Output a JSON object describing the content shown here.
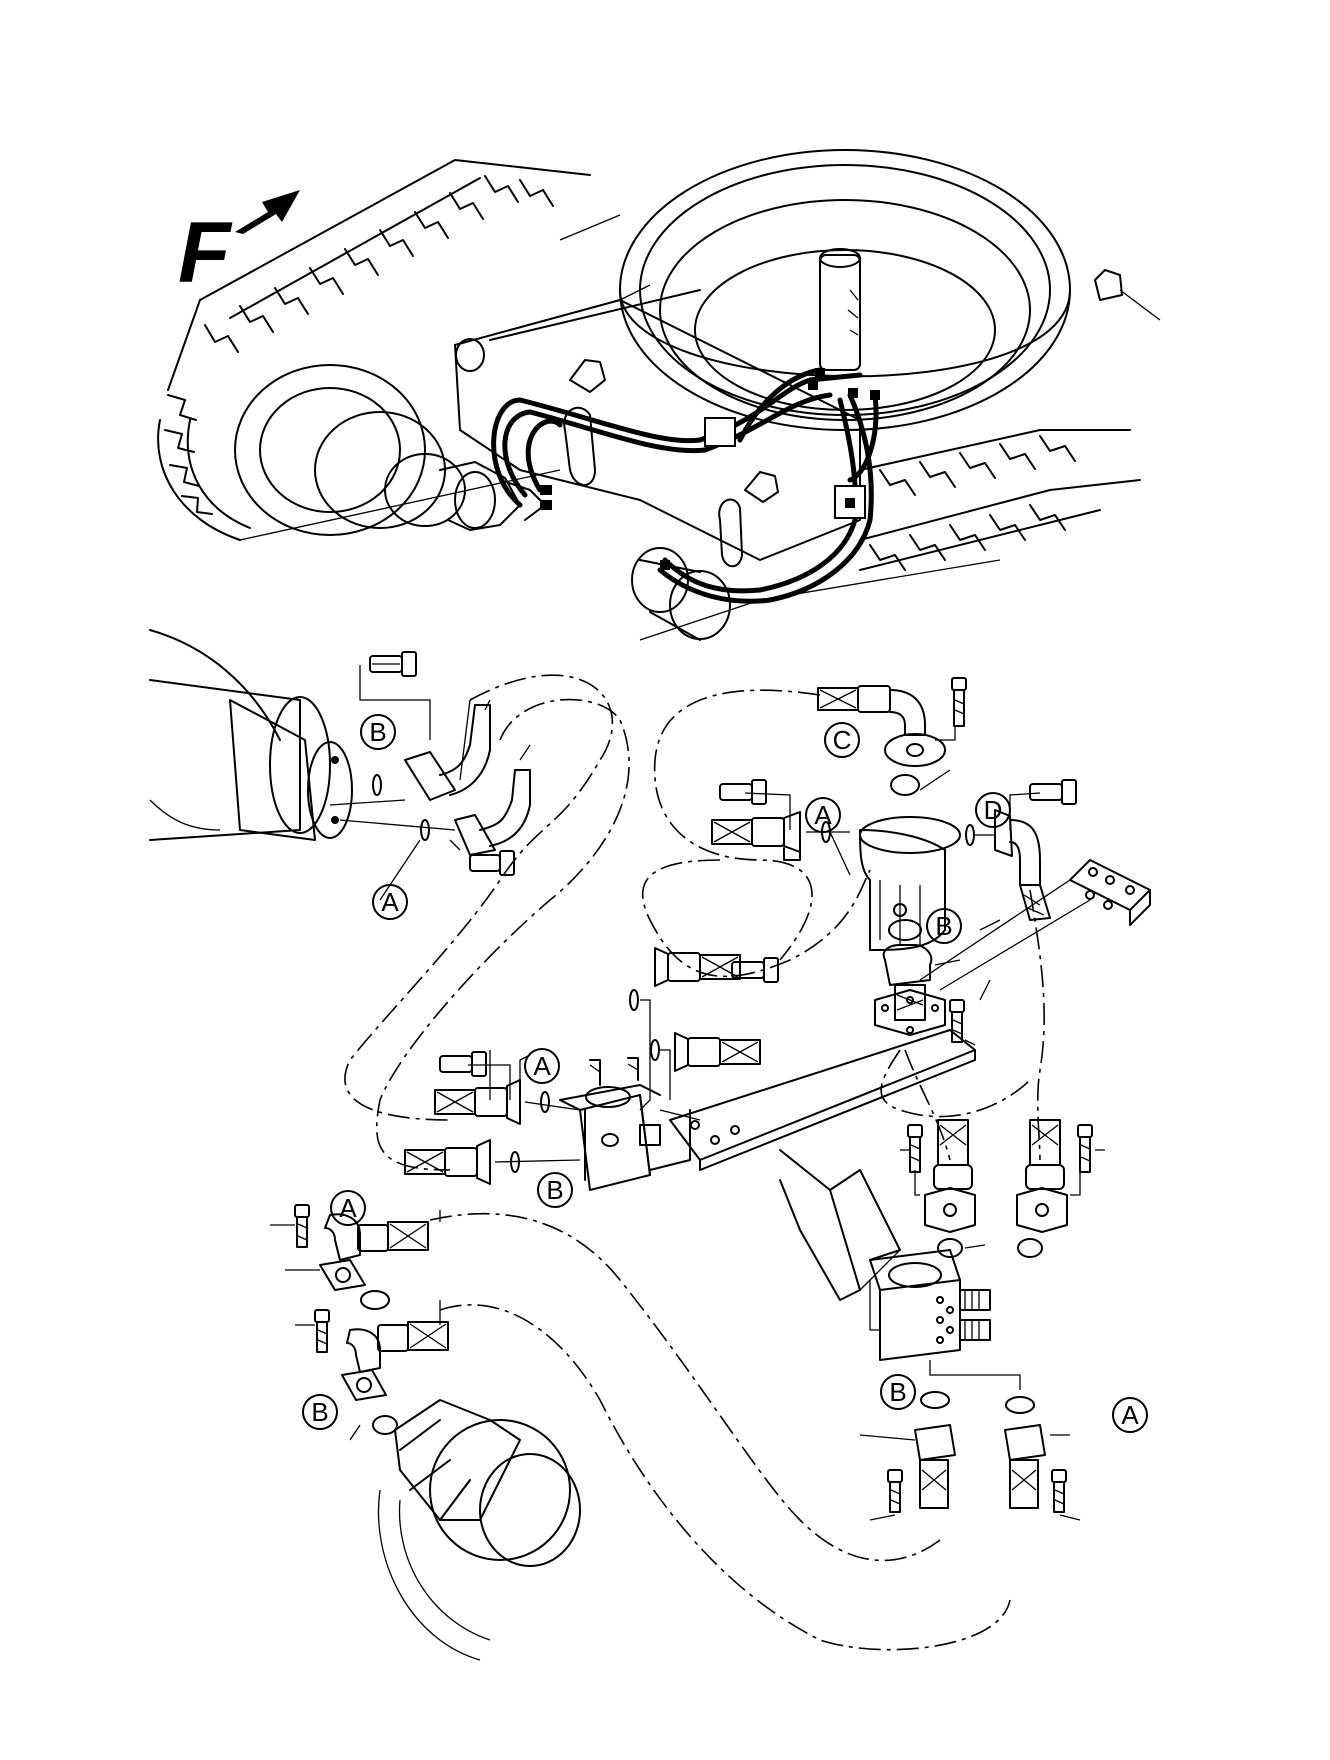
{
  "direction_mark": {
    "letter": "F"
  },
  "callouts": [
    {
      "id": "c1",
      "label": "B"
    },
    {
      "id": "c2",
      "label": "A"
    },
    {
      "id": "c3",
      "label": "C"
    },
    {
      "id": "c4",
      "label": "A"
    },
    {
      "id": "c5",
      "label": "D"
    },
    {
      "id": "c6",
      "label": "B"
    },
    {
      "id": "c7",
      "label": "A"
    },
    {
      "id": "c8",
      "label": "B"
    },
    {
      "id": "c9",
      "label": "A"
    },
    {
      "id": "c10",
      "label": "B"
    },
    {
      "id": "c11",
      "label": "B"
    },
    {
      "id": "c12",
      "label": "A"
    }
  ],
  "colors": {
    "line": "#000000",
    "background": "#ffffff"
  }
}
